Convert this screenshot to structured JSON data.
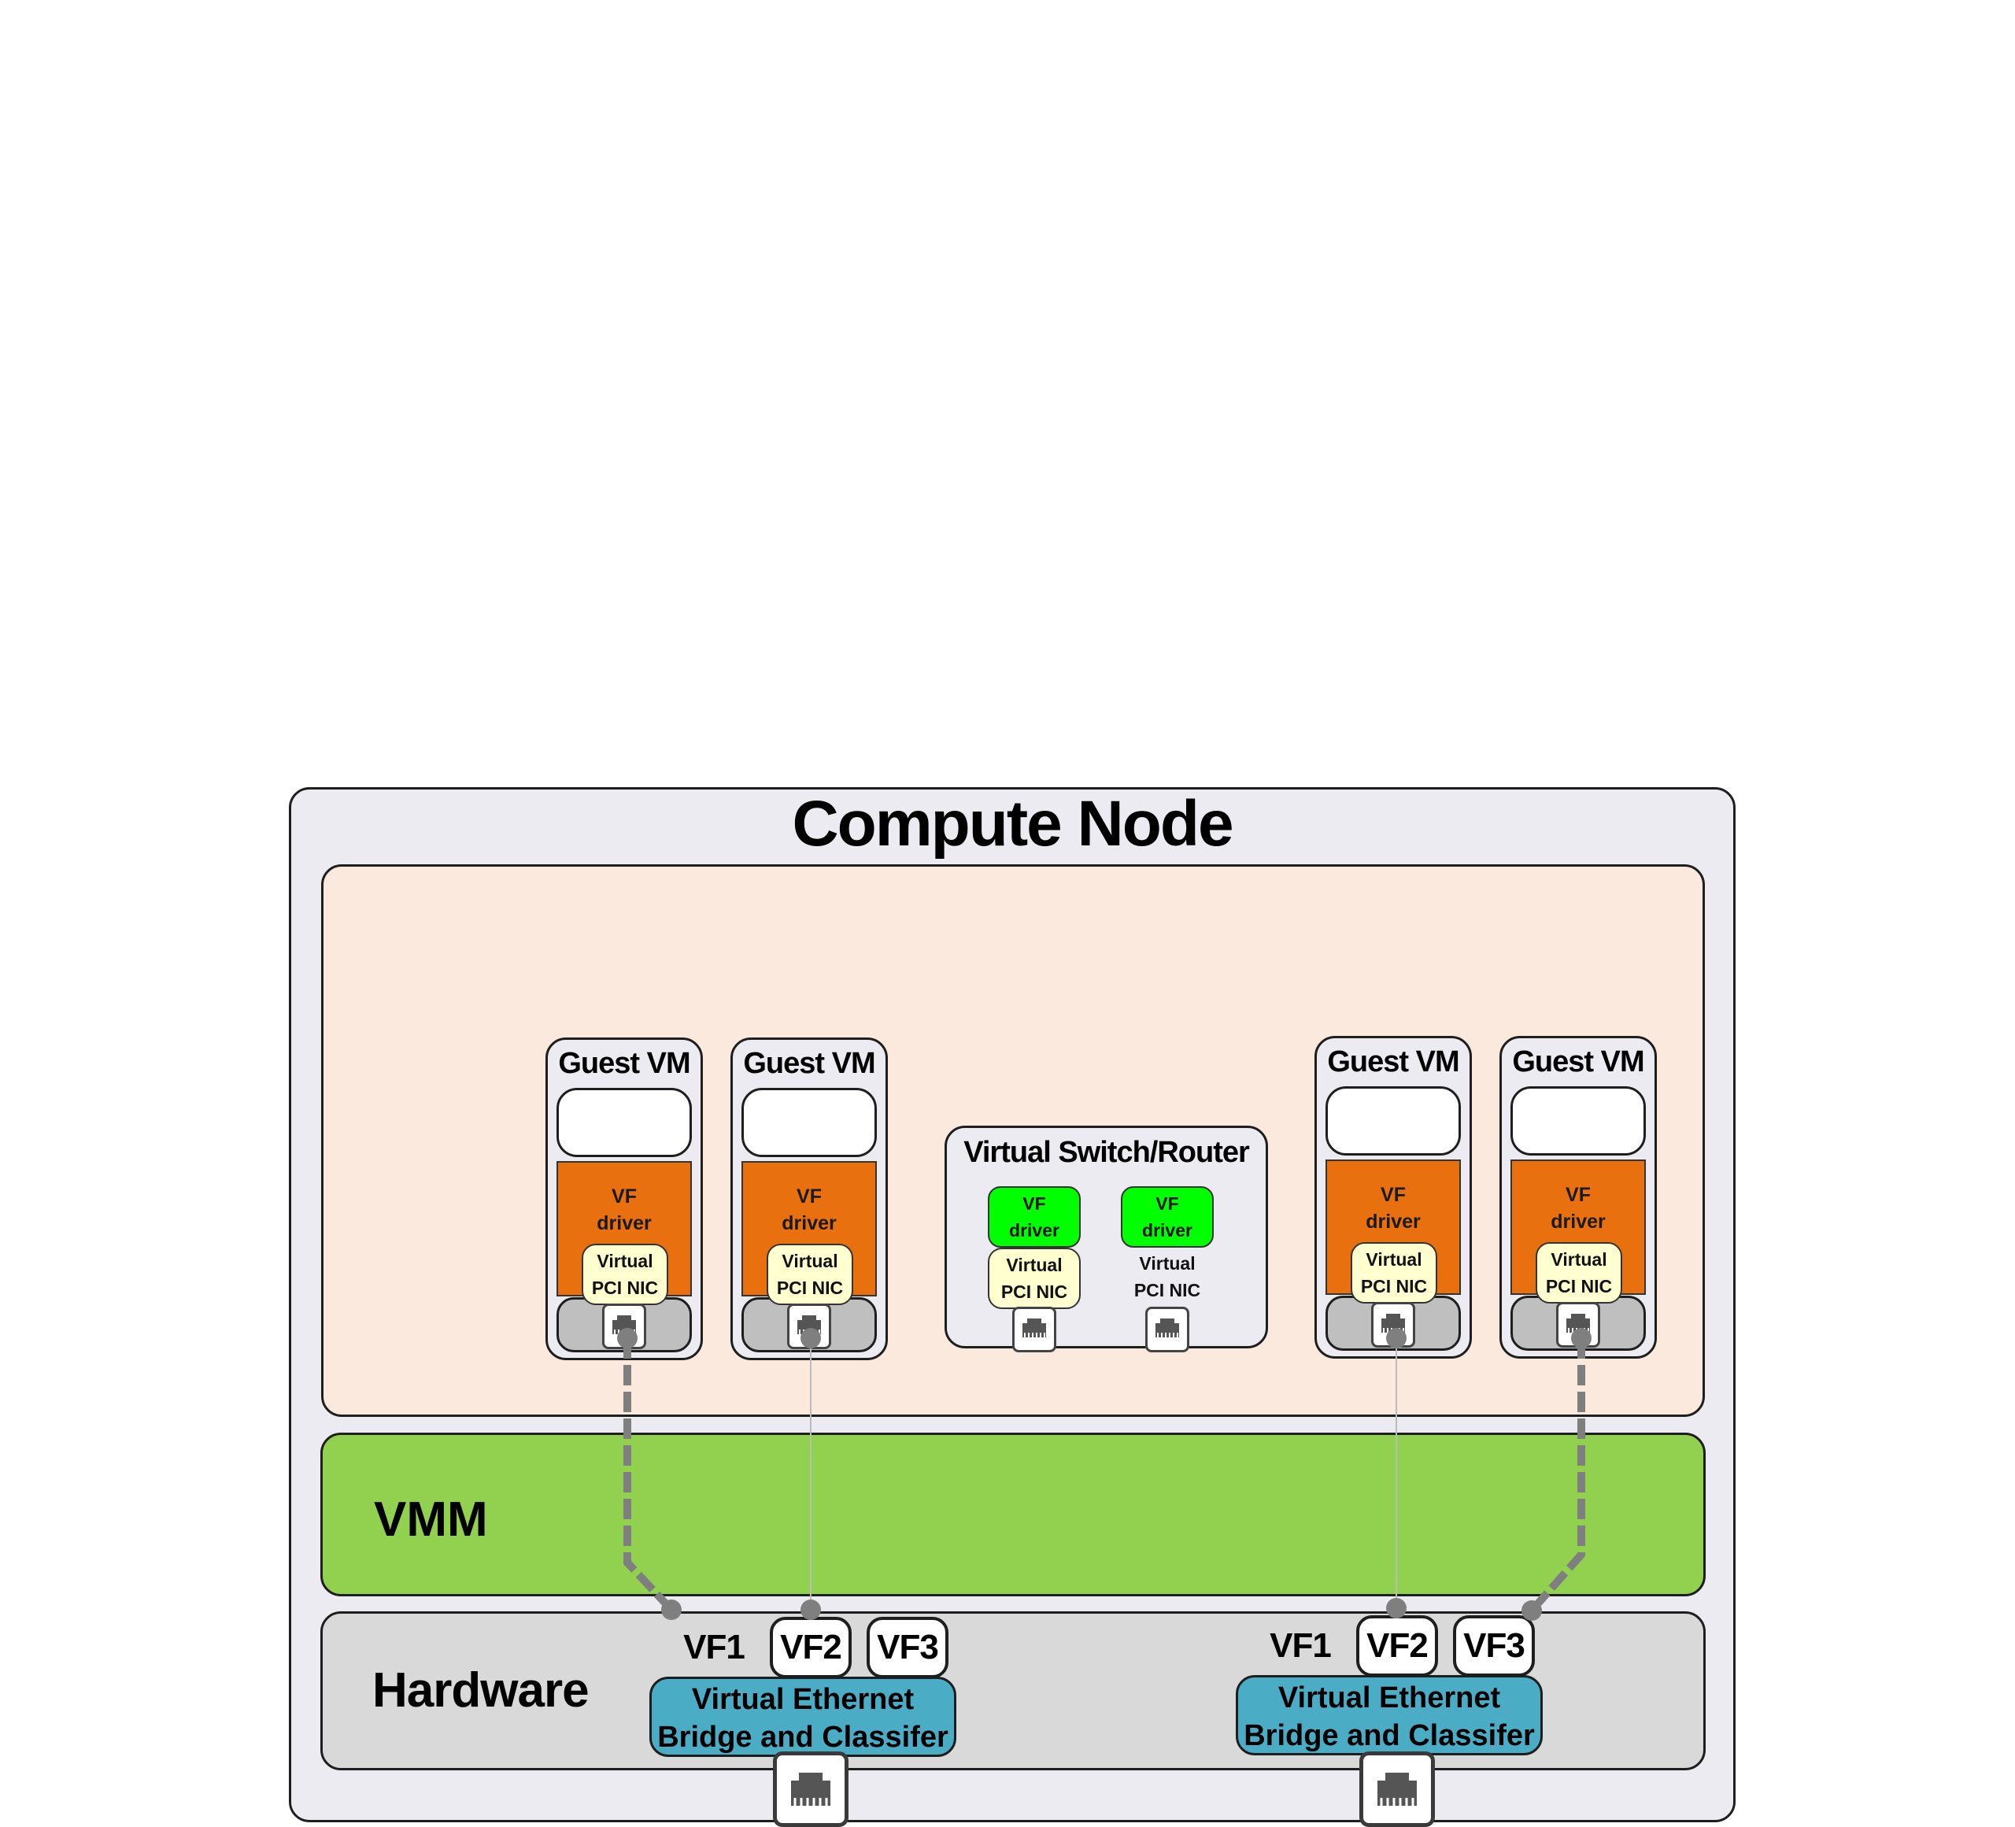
{
  "title": "Compute Node",
  "vmm_label": "VMM",
  "hardware_label": "Hardware",
  "guest_vms": [
    {
      "title": "Guest VM",
      "driver": [
        "VF",
        "driver"
      ],
      "pci": [
        "Virtual",
        "PCI NIC"
      ]
    },
    {
      "title": "Guest VM",
      "driver": [
        "VF",
        "driver"
      ],
      "pci": [
        "Virtual",
        "PCI NIC"
      ]
    },
    {
      "title": "Guest VM",
      "driver": [
        "VF",
        "driver"
      ],
      "pci": [
        "Virtual",
        "PCI NIC"
      ]
    },
    {
      "title": "Guest VM",
      "driver": [
        "VF",
        "driver"
      ],
      "pci": [
        "Virtual",
        "PCI NIC"
      ]
    }
  ],
  "switch": {
    "title": "Virtual Switch/Router",
    "ports": [
      {
        "driver": [
          "VF",
          "driver"
        ],
        "pci": [
          "Virtual",
          "PCI NIC"
        ]
      },
      {
        "driver": [
          "VF",
          "driver"
        ],
        "pci": [
          "Virtual",
          "PCI NIC"
        ]
      }
    ]
  },
  "nics": [
    {
      "vfs": [
        "VF1",
        "VF2",
        "VF3"
      ],
      "bridge": [
        "Virtual Ethernet",
        "Bridge and Classifer"
      ]
    },
    {
      "vfs": [
        "VF1",
        "VF2",
        "VF3"
      ],
      "bridge": [
        "Virtual Ethernet",
        "Bridge and Classifer"
      ]
    }
  ],
  "colors": {
    "node_bg": "#ecebf1",
    "guest_area_bg": "#fbe9dd",
    "vmm_bg": "#92d14f",
    "hardware_bg": "#d9d9d9",
    "vf_driver": "#e8700e",
    "switch_vf_driver": "#00ff00",
    "virtual_pci_nic": "#ffffd0",
    "bridge": "#4bacc6",
    "link": "#7f7f7f"
  },
  "icons": {
    "port": "ethernet-port-icon"
  }
}
